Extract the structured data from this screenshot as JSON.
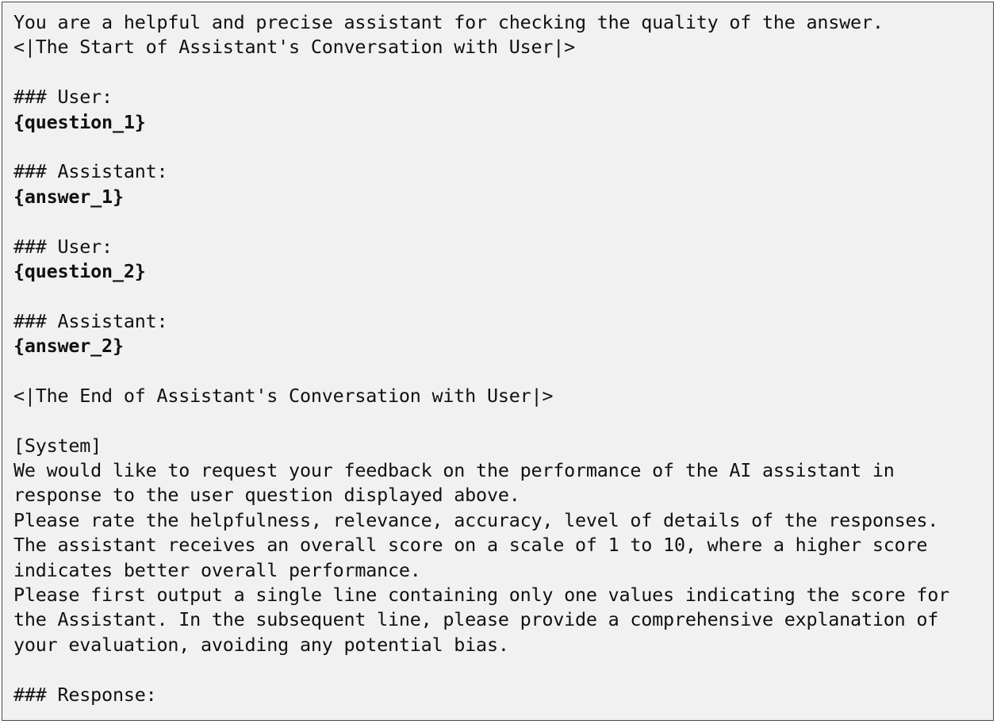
{
  "document": {
    "lines": [
      {
        "text": "You are a helpful and precise assistant for checking the quality of the answer.",
        "bold": false
      },
      {
        "text": "<|The Start of Assistant's Conversation with User|>",
        "bold": false
      },
      {
        "text": "",
        "bold": false
      },
      {
        "text": "### User:",
        "bold": false
      },
      {
        "text": "{question_1}",
        "bold": true
      },
      {
        "text": "",
        "bold": false
      },
      {
        "text": "### Assistant:",
        "bold": false
      },
      {
        "text": "{answer_1}",
        "bold": true
      },
      {
        "text": "",
        "bold": false
      },
      {
        "text": "### User:",
        "bold": false
      },
      {
        "text": "{question_2}",
        "bold": true
      },
      {
        "text": "",
        "bold": false
      },
      {
        "text": "### Assistant:",
        "bold": false
      },
      {
        "text": "{answer_2}",
        "bold": true
      },
      {
        "text": "",
        "bold": false
      },
      {
        "text": "<|The End of Assistant's Conversation with User|>",
        "bold": false
      },
      {
        "text": "",
        "bold": false
      },
      {
        "text": "[System]",
        "bold": false
      },
      {
        "text": "We would like to request your feedback on the performance of the AI assistant in",
        "bold": false
      },
      {
        "text": "response to the user question displayed above.",
        "bold": false
      },
      {
        "text": "Please rate the helpfulness, relevance, accuracy, level of details of the responses.",
        "bold": false
      },
      {
        "text": "The assistant receives an overall score on a scale of 1 to 10, where a higher score",
        "bold": false
      },
      {
        "text": "indicates better overall performance.",
        "bold": false
      },
      {
        "text": "Please first output a single line containing only one values indicating the score for",
        "bold": false
      },
      {
        "text": "the Assistant. In the subsequent line, please provide a comprehensive explanation of",
        "bold": false
      },
      {
        "text": "your evaluation, avoiding any potential bias.",
        "bold": false
      },
      {
        "text": "",
        "bold": false
      },
      {
        "text": "### Response:",
        "bold": false
      }
    ]
  }
}
